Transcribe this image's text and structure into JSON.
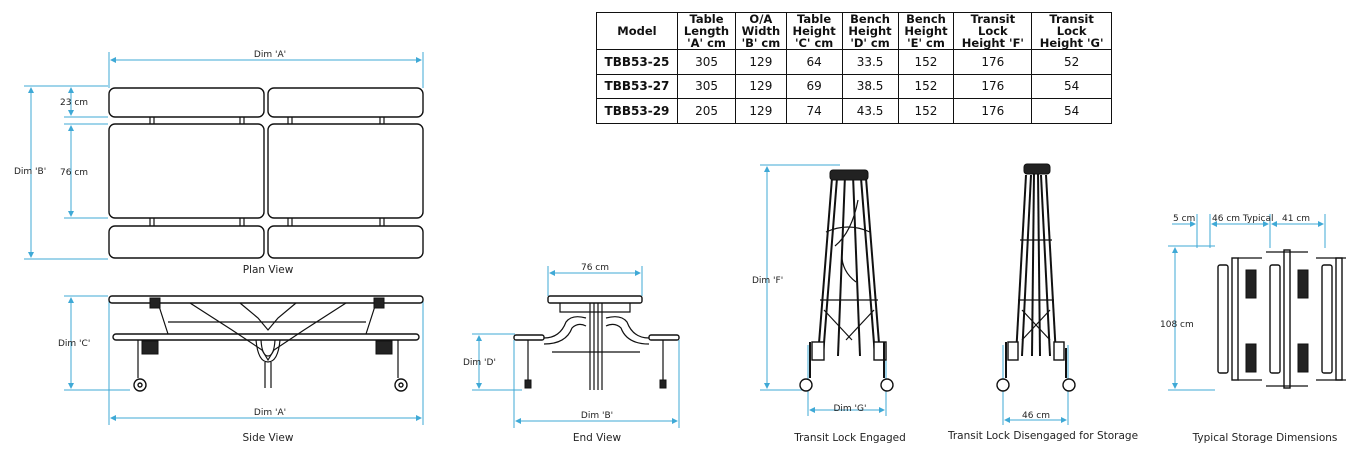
{
  "spec_table": {
    "headers": [
      [
        "Model"
      ],
      [
        "Table",
        "Length",
        "'A' cm"
      ],
      [
        "O/A",
        "Width",
        "'B' cm"
      ],
      [
        "Table",
        "Height",
        "'C' cm"
      ],
      [
        "Bench",
        "Height",
        "'D' cm"
      ],
      [
        "Bench",
        "Height",
        "'E' cm"
      ],
      [
        "Transit",
        "Lock",
        "Height 'F'"
      ],
      [
        "Transit",
        "Lock",
        "Height 'G'"
      ]
    ],
    "rows": [
      [
        "TBB53-25",
        "305",
        "129",
        "64",
        "33.5",
        "152",
        "176",
        "52"
      ],
      [
        "TBB53-27",
        "305",
        "129",
        "69",
        "38.5",
        "152",
        "176",
        "54"
      ],
      [
        "TBB53-29",
        "205",
        "129",
        "74",
        "43.5",
        "152",
        "176",
        "54"
      ]
    ]
  },
  "plan_view": {
    "caption": "Plan View",
    "dim_a": "Dim 'A'",
    "dim_b": "Dim 'B'",
    "bench_depth": "23 cm",
    "table_depth": "76 cm"
  },
  "side_view": {
    "caption": "Side View",
    "dim_a": "Dim 'A'",
    "dim_c": "Dim 'C'"
  },
  "end_view": {
    "caption": "End View",
    "top_width": "76 cm",
    "dim_b": "Dim 'B'",
    "dim_d": "Dim 'D'"
  },
  "transit_engaged": {
    "caption": "Transit Lock Engaged",
    "dim_f": "Dim 'F'",
    "dim_g": "Dim 'G'"
  },
  "transit_disengaged": {
    "caption": "Transit Lock Disengaged for Storage",
    "width": "46 cm"
  },
  "storage": {
    "caption": "Typical Storage Dimensions",
    "gap": "5 cm",
    "typical": "46 cm Typical",
    "spacing": "41 cm",
    "height": "108 cm"
  },
  "colors": {
    "dimension_line": "#3fa9d6",
    "drawing_line": "#111111"
  }
}
